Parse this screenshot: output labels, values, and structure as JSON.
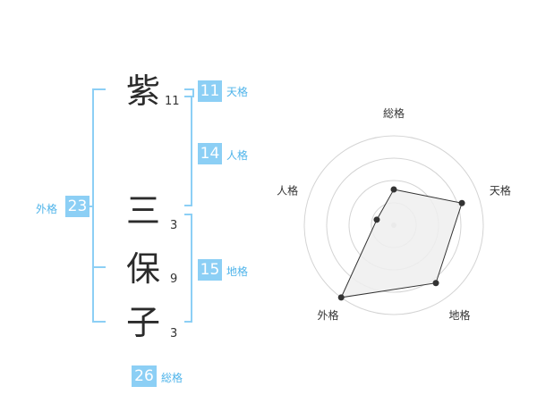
{
  "name": {
    "characters": [
      {
        "char": "紫",
        "strokes": "11"
      },
      {
        "char": "三",
        "strokes": "3"
      },
      {
        "char": "保",
        "strokes": "9"
      },
      {
        "char": "子",
        "strokes": "3"
      }
    ]
  },
  "kakusu": {
    "tenkaku": {
      "value": "11",
      "label": "天格"
    },
    "jinkaku": {
      "value": "14",
      "label": "人格"
    },
    "chikaku": {
      "value": "15",
      "label": "地格"
    },
    "gaikaku": {
      "value": "23",
      "label": "外格"
    },
    "soukaku": {
      "value": "26",
      "label": "総格"
    }
  },
  "colors": {
    "accent": "#8ccff5",
    "accent_text": "#4fb4ea",
    "radar_fill": "#eeeeee",
    "radar_ring": "#d4d4d4",
    "text": "#333333"
  },
  "chart_data": {
    "type": "radar",
    "axes": [
      "総格",
      "天格",
      "地格",
      "外格",
      "人格"
    ],
    "values": [
      2,
      4,
      4,
      5,
      1
    ],
    "rmax": 5,
    "rings": 4,
    "grid": true
  }
}
